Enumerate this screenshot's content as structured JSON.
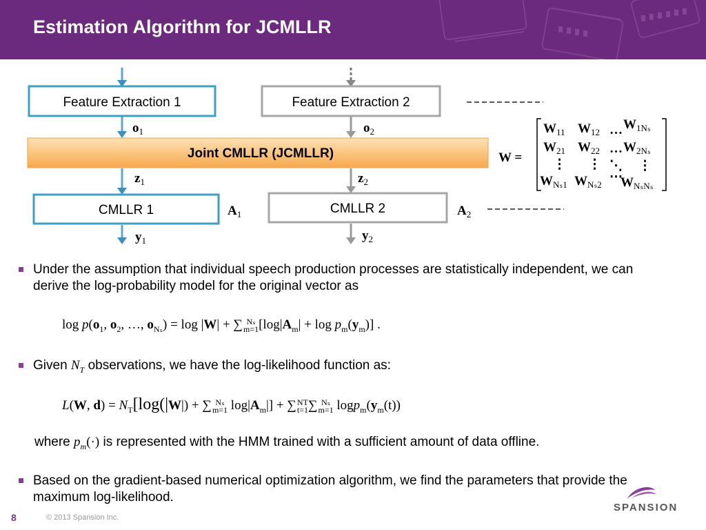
{
  "slide": {
    "title": "Estimation Algorithm for JCMLLR",
    "page_number": "8",
    "copyright": "© 2013 Spansion Inc.",
    "logo": "SPANSION"
  },
  "diagram": {
    "fe1_label": "Feature Extraction 1",
    "fe2_label": "Feature Extraction 2",
    "joint_label": "Joint CMLLR (JCMLLR)",
    "cmllr1_label": "CMLLR 1",
    "cmllr2_label": "CMLLR 2",
    "o1": "o",
    "o1_sub": "1",
    "o2": "o",
    "o2_sub": "2",
    "z1": "z",
    "z1_sub": "1",
    "z2": "z",
    "z2_sub": "2",
    "a1": "A",
    "a1_sub": "1",
    "a2": "A",
    "a2_sub": "2",
    "y1": "y",
    "y1_sub": "1",
    "y2": "y",
    "y2_sub": "2",
    "matrix_lhs": "W =",
    "w11": "W",
    "w11_sub": "11",
    "w12": "W",
    "w12_sub": "12",
    "w1n": "W",
    "w1n_sub": "1Nₛ",
    "w21": "W",
    "w21_sub": "21",
    "w22": "W",
    "w22_sub": "22",
    "w2n": "W",
    "w2n_sub": "2Nₛ",
    "wn1": "W",
    "wn1_sub": "Nₛ1",
    "wn2": "W",
    "wn2_sub": "Nₛ2",
    "wnn": "W",
    "wnn_sub": "NₛNₛ",
    "hdots": "…",
    "vdots": "⋮",
    "ddots": "⋱",
    "mdots": "⋯",
    "colors": {
      "box_blue": "#3a9fc9",
      "box_gray": "#a6a6a6",
      "joint_top": "#fde2b4",
      "joint_bottom": "#f7a94b",
      "header": "#6b2a7e"
    }
  },
  "bullets": {
    "b1": "Under the assumption that individual speech production processes are statistically independent, we can derive the log-probability model for the original vector as",
    "b2_pre": "Given ",
    "b2_math": "N",
    "b2_math_sub": "T",
    "b2_post": " observations, we have the log-likelihood function as:",
    "b3": "Based on the gradient-based numerical optimization algorithm, we find the parameters that provide the maximum log-likelihood.",
    "where_pre": "where ",
    "where_math": "p",
    "where_math_sub": "m",
    "where_math_arg": "(·)",
    "where_post": " is represented with the HMM trained with a sufficient amount of data offline."
  },
  "equations": {
    "eq1": {
      "log": "log ",
      "p": "p",
      "lp": "(",
      "o": "o",
      "s1": "1",
      "comma": ", ",
      "s2": "2",
      "dots": "…",
      "sN": "Nₛ",
      "rp": ")",
      "eqs": " = log |",
      "W": "W",
      "bar": "| + ∑",
      "sup": "Nₛ",
      "subm": "m=1",
      "br1": "[log|",
      "A": "A",
      "m": "m",
      "bar2": "| + log ",
      "pm": "p",
      "lp2": "(",
      "y": "y",
      "end": ")] ."
    },
    "eq2": {
      "L": "L",
      "lp": "(",
      "W": "W",
      "comma": ", ",
      "d": "d",
      "rp": ") = ",
      "N": "N",
      "T": "T",
      "br": "[log(|",
      "W2": "W",
      "rest1": "|) + ∑",
      "sup1": "Nₛ",
      "sub1": "m=1",
      "logA": " log|",
      "A": "A",
      "m": "m",
      "close1": "|] + ∑",
      "sup2": "N",
      "sup2sub": "T",
      "sub2": "t=1",
      "sum3": "∑",
      "sup3": "Nₛ",
      "sub3": "m=1",
      "logp": " log",
      "p": "p",
      "lp2": "(",
      "y": "y",
      "ym": "m",
      "t": "(t))"
    }
  }
}
